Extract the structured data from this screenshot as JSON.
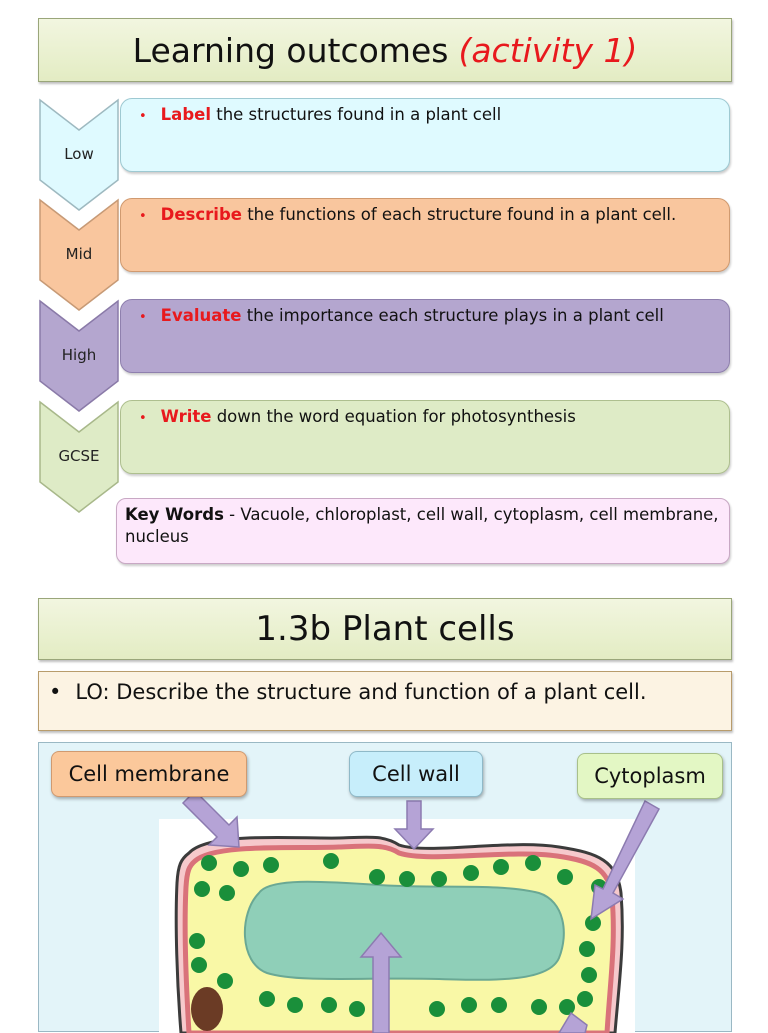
{
  "slide1": {
    "title_main": "Learning outcomes",
    "title_accent": "(activity 1)",
    "bullet": "•",
    "rows": [
      {
        "level": "Low",
        "verb": "Label",
        "rest": " the structures found in a plant cell",
        "color": "#dffaff",
        "chev_color": "#dffaff"
      },
      {
        "level": "Mid",
        "verb": "Describe",
        "rest": " the functions of each structure found in a plant cell.",
        "color": "#f9c69e",
        "chev_color": "#f9c69e"
      },
      {
        "level": "High",
        "verb": "Evaluate",
        "rest": " the importance each structure plays in a plant cell",
        "color": "#b4a6cf",
        "chev_color": "#b4a6cf"
      },
      {
        "level": "GCSE",
        "verb": "Write",
        "rest": " down the word equation for photosynthesis",
        "color": "#deebc6",
        "chev_color": "#deebc6"
      }
    ],
    "keywords": {
      "label": "Key Words",
      "text": " - Vacuole, chloroplast, cell wall, cytoplasm, cell membrane, nucleus"
    }
  },
  "slide2": {
    "title": "1.3b Plant cells",
    "bullet": "•",
    "lo": "LO: Describe the structure and function of a plant cell.",
    "diagram": {
      "labels": {
        "cell_membrane": "Cell membrane",
        "cell_wall": "Cell wall",
        "cytoplasm": "Cytoplasm"
      },
      "colors": {
        "membrane_box": "#fbc89b",
        "wall_box": "#c7eefb",
        "cytoplasm_box": "#e3f7c4",
        "arrow": "#b5a3d6",
        "cytoplasm": "#f9f8a6",
        "membrane": "#d9727a",
        "wall": "#3b3b3b",
        "vacuole": "#8fcfb8",
        "chloroplast": "#1a8f3a",
        "nucleus": "#6b3b25"
      }
    }
  }
}
